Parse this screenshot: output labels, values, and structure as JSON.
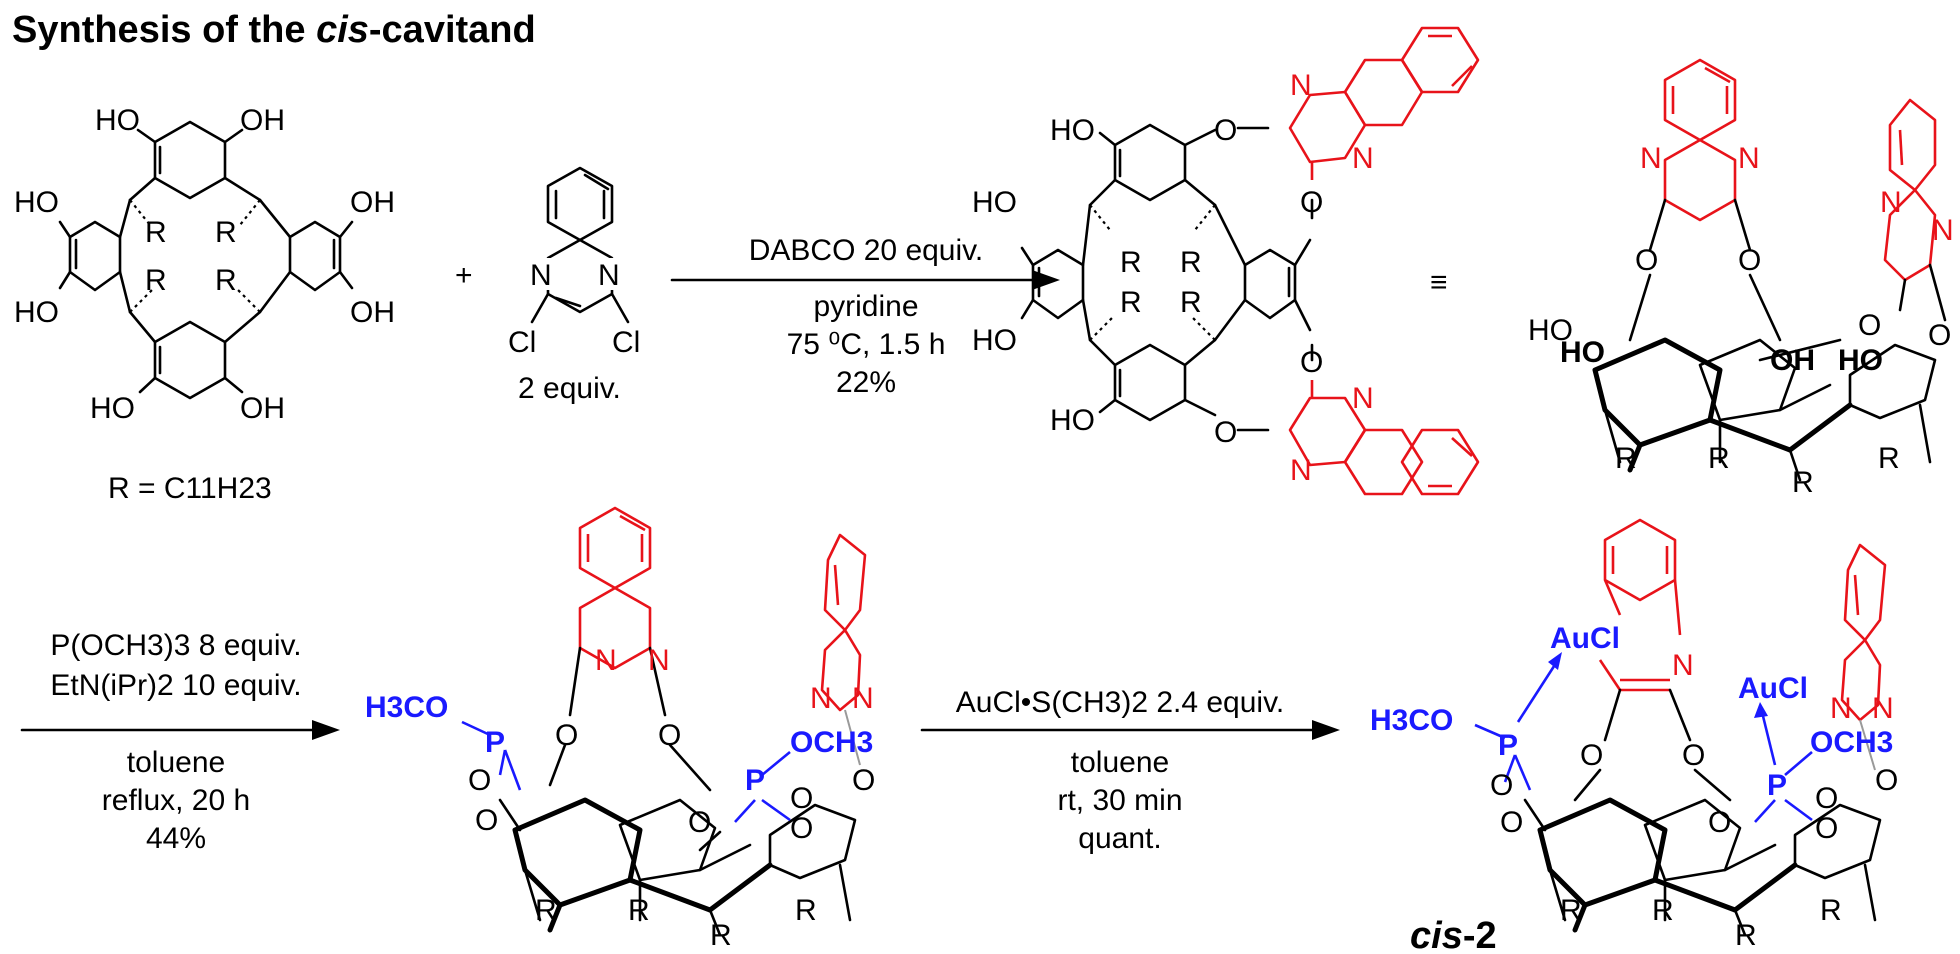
{
  "title": {
    "prefix": "Synthesis of the ",
    "italic": "cis",
    "suffix": "-cavitand"
  },
  "labels": {
    "HO": "HO",
    "OH": "OH",
    "R": "R",
    "O": "O",
    "N": "N",
    "P": "P",
    "Cl": "Cl",
    "H3CO": "H3CO",
    "OCH3": "OCH3",
    "AuCl": "AuCl"
  },
  "substituent": {
    "text": "R = C11H23"
  },
  "reagent_2": {
    "amount": "2 equiv.",
    "plus": "+",
    "equivalent": "≡"
  },
  "step1": {
    "line1": "DABCO 20 equiv.",
    "line2": "pyridine",
    "line3": "75 ⁰C, 1.5 h",
    "line4": "22%"
  },
  "step2": {
    "line1": "P(OCH3)3 8 equiv.",
    "line2": "EtN(iPr)2 10 equiv.",
    "line3": "toluene",
    "line4": "reflux, 20 h",
    "line5": "44%"
  },
  "step3": {
    "line1": "AuCl•S(CH3)2 2.4 equiv.",
    "line2": "toluene",
    "line3": "rt, 30 min",
    "line4": "quant."
  },
  "product": {
    "italic": "cis",
    "suffix": "-2"
  },
  "colors": {
    "quinoxaline": "#e8131a",
    "phosphorus": "#1a1aff",
    "bonds": "#000000"
  }
}
